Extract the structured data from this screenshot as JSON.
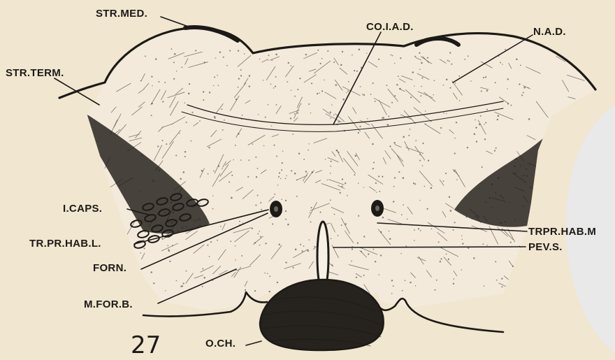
{
  "figure": {
    "number": "27",
    "labels": {
      "str_med": "STR.MED.",
      "co_iad": "CO.I.A.D.",
      "nad": "N.A.D.",
      "str_term": "STR.TERM.",
      "i_caps": "I.CAPS.",
      "tr_pr_hab_l": "TR.PR.HAB.L.",
      "forn": "FORN.",
      "m_for_b": "M.FOR.B.",
      "o_ch": "O.CH.",
      "tr_pr_hab_m": "TRPR.HAB.M",
      "pev_s": "PEV.S."
    }
  },
  "colors": {
    "paper": "#f1e6cf",
    "ink": "#1c1a17",
    "plate_edge": "#e9eaea"
  }
}
